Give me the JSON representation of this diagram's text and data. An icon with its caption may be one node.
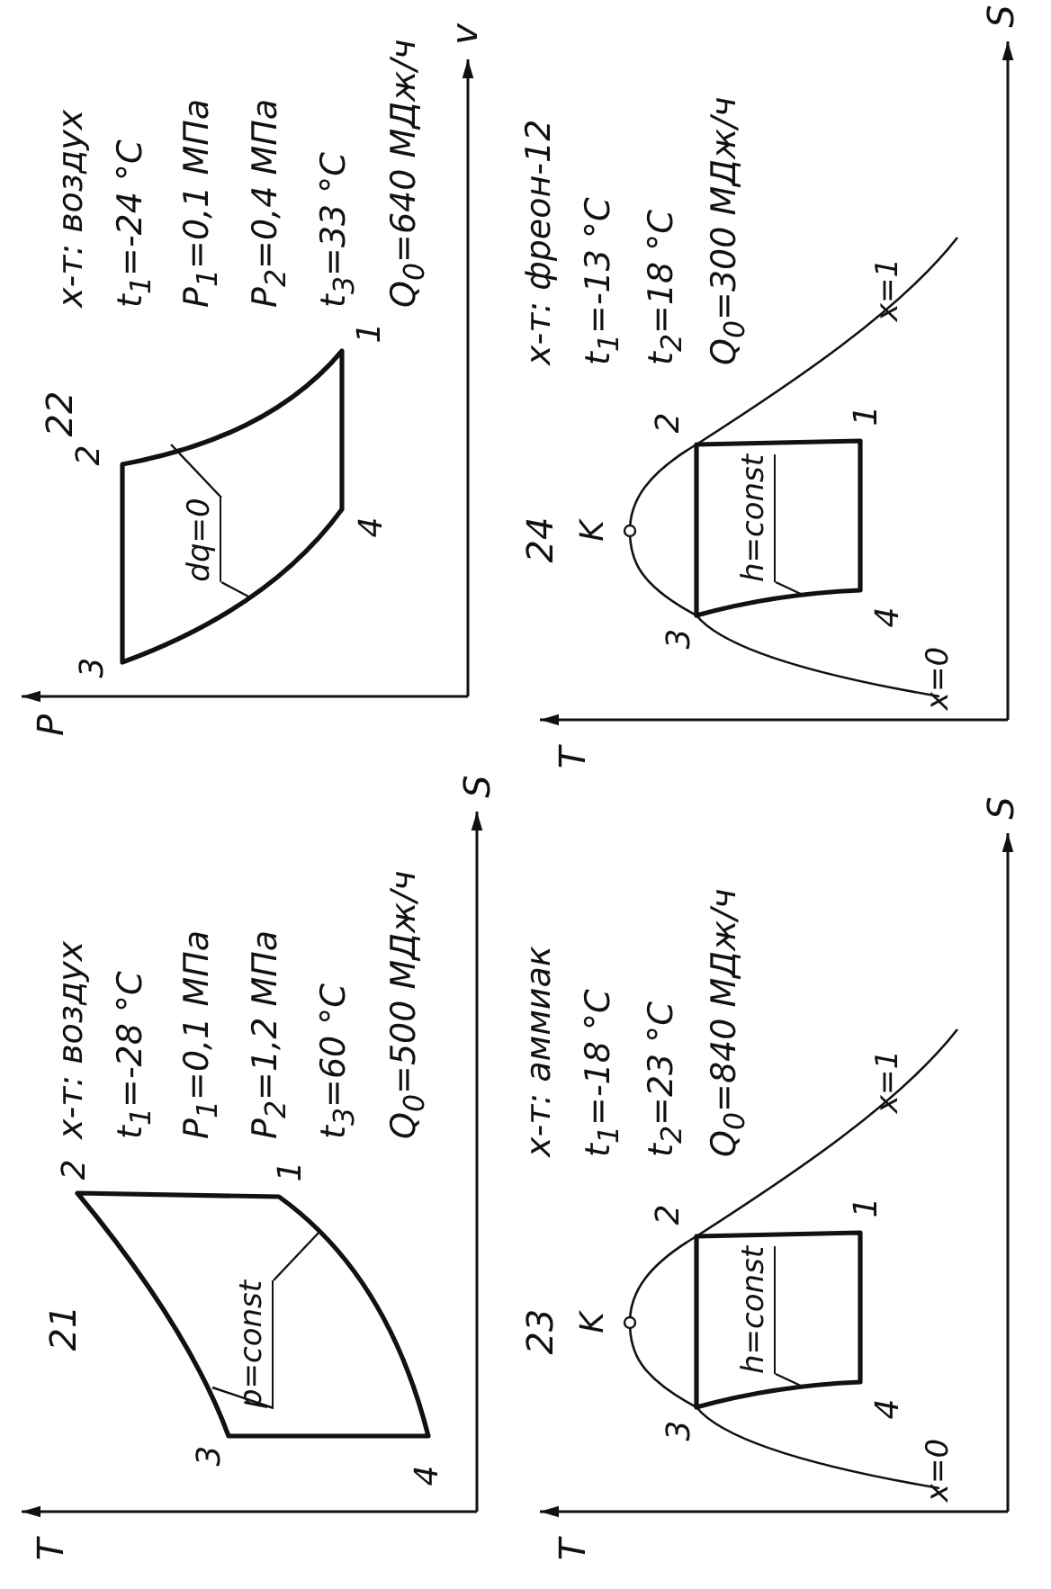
{
  "diagram": {
    "nodes": [
      {
        "text": [
          "p=const"
        ]
      },
      {
        "text": [
          "dq=0"
        ]
      },
      {
        "text": [
          "h=const"
        ]
      },
      {
        "text": [
          "h=const"
        ]
      }
    ],
    "edges": [
      {
        "from": 0,
        "to": null,
        "arrow": "none"
      },
      {
        "from": 0,
        "to": null,
        "arrow": "none"
      },
      {
        "from": 1,
        "to": null,
        "arrow": "none"
      },
      {
        "from": 1,
        "to": null,
        "arrow": "none"
      },
      {
        "from": 2,
        "to": null,
        "arrow": "none"
      },
      {
        "from": 3,
        "to": null,
        "arrow": "none"
      }
    ],
    "labels": [
      "21",
      "T",
      "S",
      "2",
      "1",
      "3",
      "4",
      "х-т: воздух",
      "t$_{1}$=-28 °C",
      "P$_{1}$=0,1 МПа",
      "P$_{2}$=1,2 МПа",
      "t$_{3}$=60 °C",
      "Q$_{0}$=500 МДж/ч",
      "22",
      "P",
      "v",
      "2",
      "3",
      "1",
      "4",
      "х-т: воздух",
      "t$_{1}$=-24 °C",
      "P$_{1}$=0,1 МПа",
      "P$_{2}$=0,4 МПа",
      "t$_{3}$=33 °C",
      "Q$_{0}$=640 МДж/ч",
      "23",
      "T",
      "S",
      "K",
      "2",
      "3",
      "1",
      "4",
      "x=0",
      "x=1",
      "х-т: аммиак",
      "t$_{1}$=-18 °C",
      "t$_{2}$=23 °C",
      "Q$_{0}$=840 МДж/ч",
      "24",
      "T",
      "S",
      "K",
      "2",
      "3",
      "1",
      "4",
      "x=0",
      "x=1",
      "х-т: фреон-12",
      "t$_{1}$=-13 °C",
      "t$_{2}$=18 °C",
      "Q$_{0}$=300 МДж/ч"
    ]
  }
}
